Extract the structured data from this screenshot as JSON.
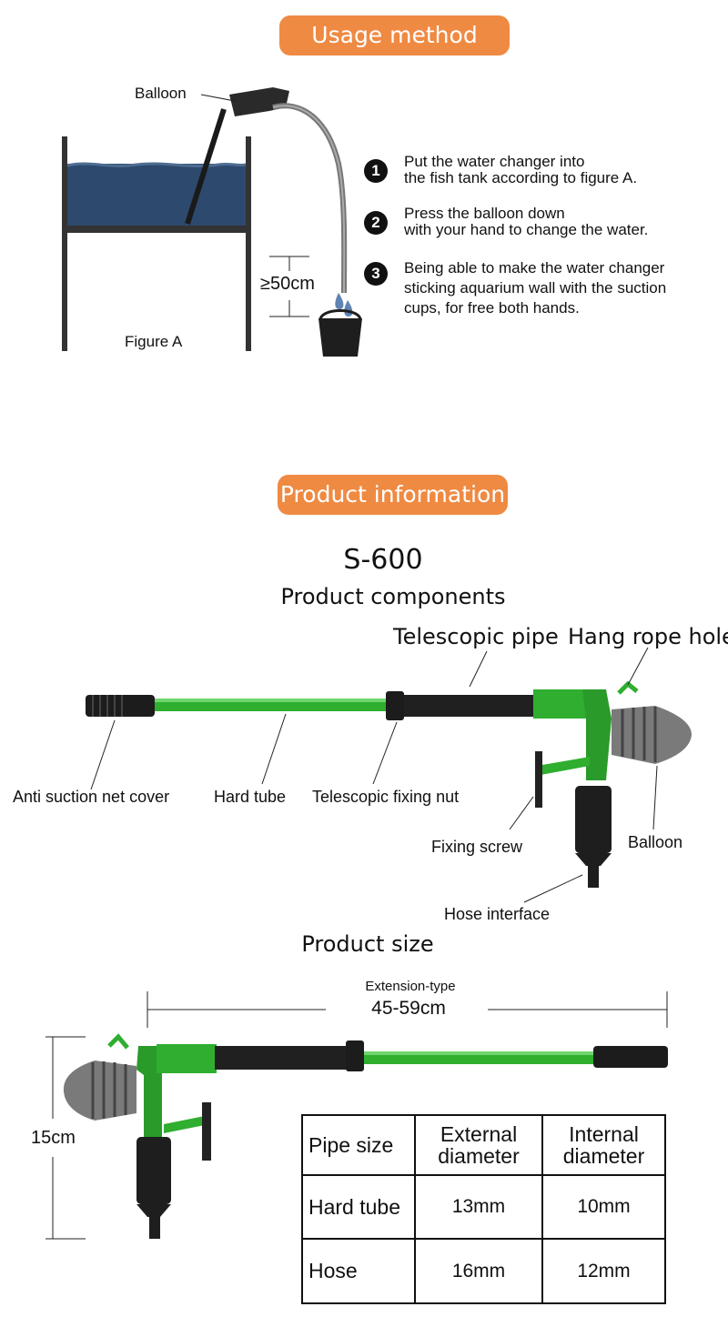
{
  "usage": {
    "title": "Usage method",
    "balloon_label": "Balloon",
    "height_label": "≥50cm",
    "figure_label": "Figure A",
    "steps": [
      {
        "num": "1",
        "text": "Put the water changer into\nthe fish tank according to figure A."
      },
      {
        "num": "2",
        "text": "Press the balloon down\nwith your hand to change the water."
      },
      {
        "num": "3",
        "text": "Being able to make the water changer\nsticking aquarium wall with the suction\ncups,  for free both hands."
      }
    ]
  },
  "product": {
    "title": "Product information",
    "model": "S-600",
    "components_title": "Product components",
    "labels": {
      "telescopic_pipe": "Telescopic pipe",
      "hang_rope_hole": "Hang rope hole",
      "anti_suction": "Anti suction net cover",
      "hard_tube": "Hard tube",
      "fixing_nut": "Telescopic fixing nut",
      "fixing_screw": "Fixing screw",
      "balloon": "Balloon",
      "hose_interface": "Hose interface"
    },
    "size_title": "Product size",
    "extension_type": "Extension-type",
    "extension_range": "45-59cm",
    "height": "15cm"
  },
  "size_table": {
    "headers": [
      "Pipe size",
      "External\ndiameter",
      "Internal\ndiameter"
    ],
    "rows": [
      {
        "name": "Hard tube",
        "external": "13mm",
        "internal": "10mm"
      },
      {
        "name": "Hose",
        "external": "16mm",
        "internal": "12mm"
      }
    ]
  },
  "colors": {
    "accent": "#ef8a43",
    "tube_green": "#2fae2f",
    "dark": "#1c1c1c"
  }
}
